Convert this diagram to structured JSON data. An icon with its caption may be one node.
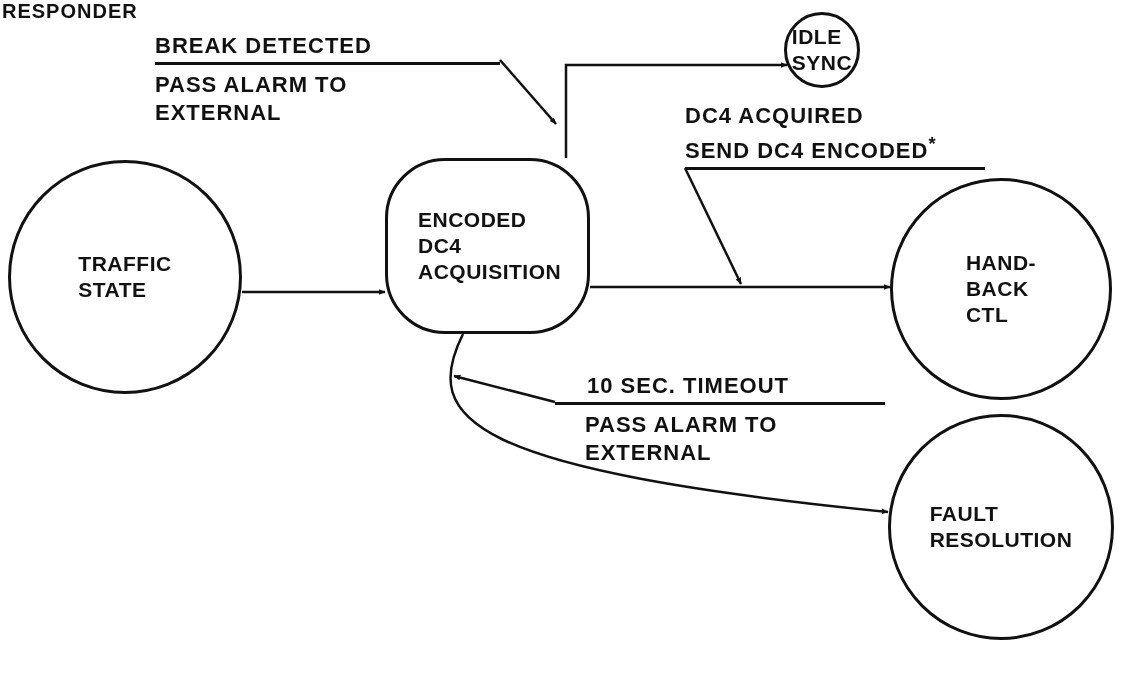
{
  "diagram": {
    "title": "RESPONDER",
    "nodes": [
      {
        "text": [
          "TRAFFIC STATE"
        ]
      },
      {
        "text": [
          "ENCODED DC4 ACQUISITION"
        ]
      },
      {
        "text": [
          "IDLE SYNC"
        ]
      },
      {
        "text": [
          "HAND-BACK CTL"
        ]
      },
      {
        "text": [
          "FAULT RESOLUTION"
        ]
      },
      {
        "text": [
          "BREAK DETECTED",
          "PASS ALARM TO EXTERNAL"
        ]
      },
      {
        "text": [
          "DC4 ACQUIRED",
          "SEND DC4 ENCODED$^{*}$"
        ]
      },
      {
        "text": [
          "10 SEC. TIMEOUT",
          "PASS ALARM TO EXTERNAL"
        ]
      }
    ],
    "edges": [
      {
        "from": 0,
        "to": 1,
        "arrow": "to"
      },
      {
        "from": 1,
        "to": 2,
        "arrow": "to"
      },
      {
        "from": 1,
        "to": 3,
        "arrow": "to"
      },
      {
        "from": 1,
        "to": 4,
        "arrow": "to"
      },
      {
        "from": 5,
        "to": null,
        "arrow": "to"
      },
      {
        "from": 6,
        "to": null,
        "arrow": "to"
      },
      {
        "from": 7,
        "to": null,
        "arrow": "to"
      }
    ]
  }
}
